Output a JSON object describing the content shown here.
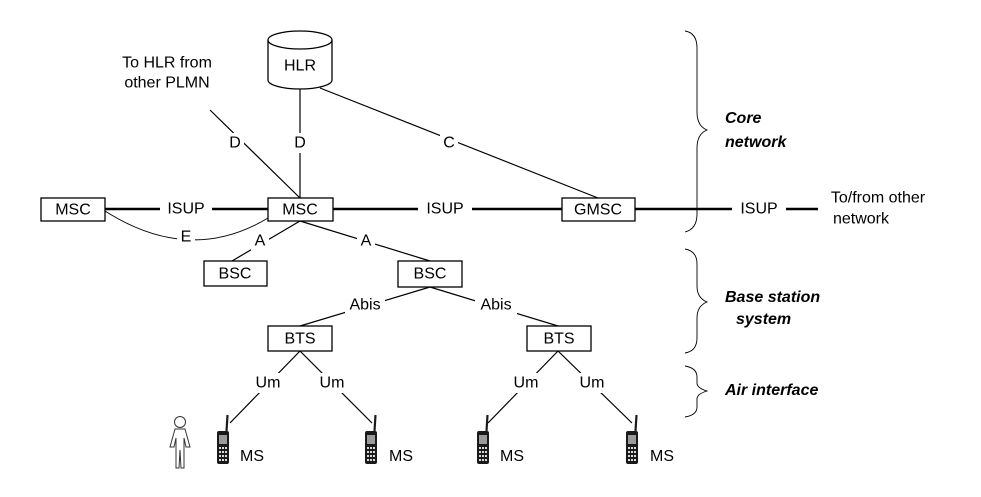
{
  "nodes": {
    "hlr": "HLR",
    "msc_left": "MSC",
    "msc_center": "MSC",
    "gmsc": "GMSC",
    "bsc_left": "BSC",
    "bsc_right": "BSC",
    "bts_left": "BTS",
    "bts_right": "BTS"
  },
  "interfaces": {
    "d": "D",
    "c": "C",
    "e": "E",
    "a": "A",
    "isup": "ISUP",
    "abis": "Abis",
    "um": "Um"
  },
  "notes": {
    "hlr_other_line1": "To HLR from",
    "hlr_other_line2": "other PLMN",
    "other_network_line1": "To/from other",
    "other_network_line2": "network"
  },
  "mobile_station": "MS",
  "sections": {
    "core_line1": "Core",
    "core_line2": "network",
    "bss_line1": "Base station",
    "bss_line2": "system",
    "air": "Air interface"
  },
  "icons": {
    "person": "person-icon",
    "phone": "mobile-phone-icon"
  }
}
